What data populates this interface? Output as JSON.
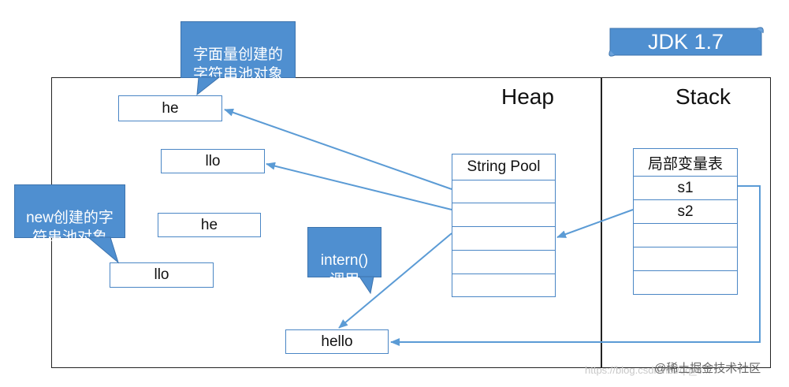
{
  "banner": {
    "label": "JDK 1.7"
  },
  "heap": {
    "title": "Heap"
  },
  "stack": {
    "title": "Stack"
  },
  "callouts": {
    "literal": "字面量创建的\n字符串池对象",
    "new_obj": "new创建的字\n符串池对象",
    "intern": "intern()\n调用"
  },
  "boxes": {
    "he_top": "he",
    "llo_top": "llo",
    "he_mid": "he",
    "llo_bottom": "llo",
    "hello": "hello"
  },
  "string_pool": {
    "header": "String Pool",
    "rows": [
      "",
      "",
      "",
      "",
      ""
    ]
  },
  "local_vars": {
    "header": "局部变量表",
    "rows": [
      "s1",
      "s2",
      "",
      "",
      "",
      ""
    ]
  },
  "watermark": {
    "site": "@稀土掘金技术社区",
    "url": "https://blog.csdn.net/qq_3..."
  },
  "colors": {
    "accent": "#4f8fd0",
    "line": "#5b9bd5",
    "frame": "#222222"
  }
}
